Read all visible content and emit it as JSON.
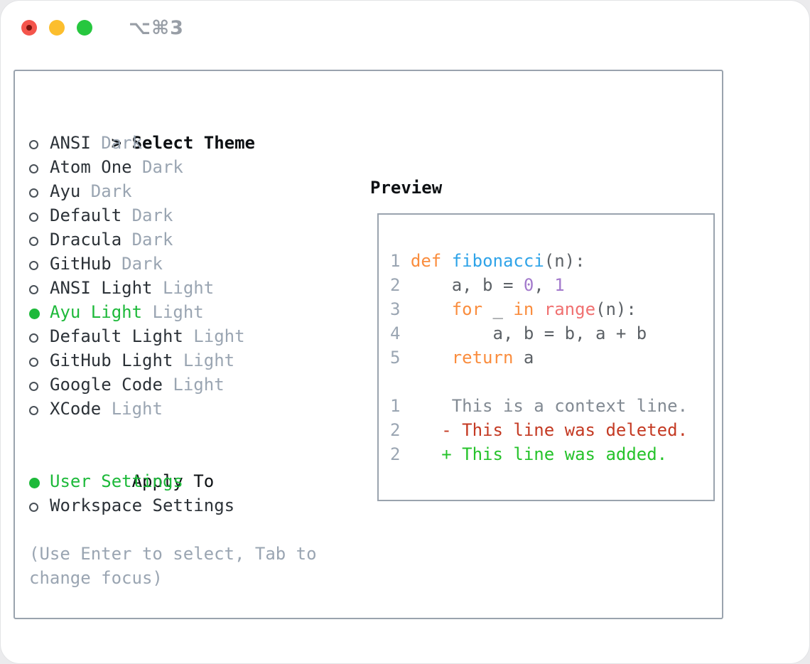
{
  "titlebar": {
    "shortcut": "⌥⌘3"
  },
  "theme_panel": {
    "prompt": ">",
    "header": "Select Theme",
    "themes": [
      {
        "name": "ANSI",
        "tag": "Dark",
        "selected": false
      },
      {
        "name": "Atom One",
        "tag": "Dark",
        "selected": false
      },
      {
        "name": "Ayu",
        "tag": "Dark",
        "selected": false
      },
      {
        "name": "Default",
        "tag": "Dark",
        "selected": false
      },
      {
        "name": "Dracula",
        "tag": "Dark",
        "selected": false
      },
      {
        "name": "GitHub",
        "tag": "Dark",
        "selected": false
      },
      {
        "name": "ANSI Light",
        "tag": "Light",
        "selected": false
      },
      {
        "name": "Ayu Light",
        "tag": "Light",
        "selected": true
      },
      {
        "name": "Default Light",
        "tag": "Light",
        "selected": false
      },
      {
        "name": "GitHub Light",
        "tag": "Light",
        "selected": false
      },
      {
        "name": "Google Code",
        "tag": "Light",
        "selected": false
      },
      {
        "name": "XCode",
        "tag": "Light",
        "selected": false
      }
    ],
    "apply_to": {
      "header": "Apply To",
      "options": [
        {
          "label": "User Settings",
          "selected": true
        },
        {
          "label": "Workspace Settings",
          "selected": false
        }
      ]
    },
    "help_lines": [
      "(Use Enter to select, Tab to",
      "change focus)"
    ]
  },
  "preview_panel": {
    "header": "Preview",
    "code_lines": [
      {
        "num": "1",
        "segments": [
          {
            "text": " ",
            "type": "plain"
          },
          {
            "text": "def",
            "type": "keyword"
          },
          {
            "text": " ",
            "type": "plain"
          },
          {
            "text": "fibonacci",
            "type": "function"
          },
          {
            "text": "(n):",
            "type": "plain"
          }
        ]
      },
      {
        "num": "2",
        "segments": [
          {
            "text": "     a, b = ",
            "type": "plain"
          },
          {
            "text": "0",
            "type": "number"
          },
          {
            "text": ", ",
            "type": "plain"
          },
          {
            "text": "1",
            "type": "number"
          }
        ]
      },
      {
        "num": "3",
        "segments": [
          {
            "text": "     ",
            "type": "plain"
          },
          {
            "text": "for",
            "type": "keyword"
          },
          {
            "text": " _ ",
            "type": "plain"
          },
          {
            "text": "in",
            "type": "keyword"
          },
          {
            "text": " ",
            "type": "plain"
          },
          {
            "text": "range",
            "type": "builtin"
          },
          {
            "text": "(n):",
            "type": "plain"
          }
        ]
      },
      {
        "num": "4",
        "segments": [
          {
            "text": "         a, b = b, a + b",
            "type": "plain"
          }
        ]
      },
      {
        "num": "5",
        "segments": [
          {
            "text": "     ",
            "type": "plain"
          },
          {
            "text": "return",
            "type": "keyword"
          },
          {
            "text": " a",
            "type": "plain"
          }
        ]
      }
    ],
    "diff_lines": [
      {
        "num": "1",
        "type": "context",
        "text": "     This is a context line."
      },
      {
        "num": "2",
        "type": "deleted",
        "text": "    - This line was deleted."
      },
      {
        "num": "2",
        "type": "added",
        "text": "    + This line was added."
      }
    ]
  },
  "colors": {
    "selection_green": "#1db93a",
    "added_green": "#26c32b",
    "deleted_red": "#c43a23",
    "keyword_orange": "#fa8d3e",
    "function_blue": "#2ea3e8",
    "number_purple": "#a37acc",
    "builtin_pink": "#f07171",
    "code_text": "#5c6166",
    "muted_gray": "#9aa5b2",
    "context_gray": "#828a93",
    "border_gray": "#9aa3ae",
    "radio_ring": "#4a5158",
    "text_dark": "#2c3238",
    "heading_black": "#0d1013",
    "traffic_red": "#f4554c",
    "traffic_yellow": "#fcbe2d",
    "traffic_green": "#27c73f"
  }
}
